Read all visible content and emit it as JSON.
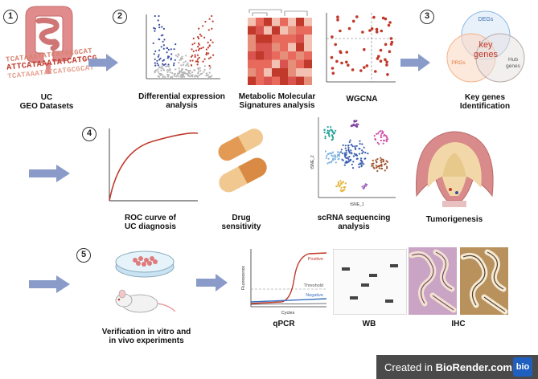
{
  "steps": [
    "1",
    "2",
    "3",
    "4",
    "5"
  ],
  "labels": {
    "uc_geo": [
      "UC",
      "GEO  Datasets"
    ],
    "diff_expr": [
      "Differential expression",
      "analysis"
    ],
    "metabolic": [
      "Metabolic Molecular",
      "Signatures  analysis"
    ],
    "wgcna": [
      "WGCNA"
    ],
    "key_genes": [
      "Key genes",
      "Identification"
    ],
    "roc": [
      "ROC curve of",
      "UC diagnosis"
    ],
    "drug": [
      "Drug",
      "sensitivity"
    ],
    "scrna": [
      "scRNA sequencing",
      "analysis"
    ],
    "tumor": [
      "Tumorigenesis"
    ],
    "verification": [
      "Verification in vitro and",
      "in vivo experiments"
    ],
    "qpcr": [
      "qPCR"
    ],
    "wb": [
      "WB"
    ],
    "ihc": [
      "IHC"
    ]
  },
  "dna_sequence": [
    "TCATAAATATCATGCGCAT",
    "ATTCATAAATATCATGCG",
    "TCATAAATATCATGCGCAT"
  ],
  "venn": {
    "degs": "DEGs",
    "key": "key",
    "genes": "genes",
    "prgs": "PRGs",
    "hub": "Hub",
    "hub2": "genes"
  },
  "qpcr_chart": {
    "positive": "Positive",
    "threshold": "Threshold",
    "negative": "Negative",
    "xlabel": "Cycles",
    "ylabel": "Fluorescence"
  },
  "umap_axes": {
    "x": "tSNE_1",
    "y": "tSNE_2"
  },
  "footer": {
    "created_in": "Created in ",
    "brand": "BioRender.com",
    "badge": "bio"
  },
  "colors": {
    "arrow": "#8a9bc9",
    "red": "#c0392b",
    "blue": "#3b4fa0",
    "venn_blue": "#8fb8e0",
    "venn_orange": "#f2b48a"
  }
}
